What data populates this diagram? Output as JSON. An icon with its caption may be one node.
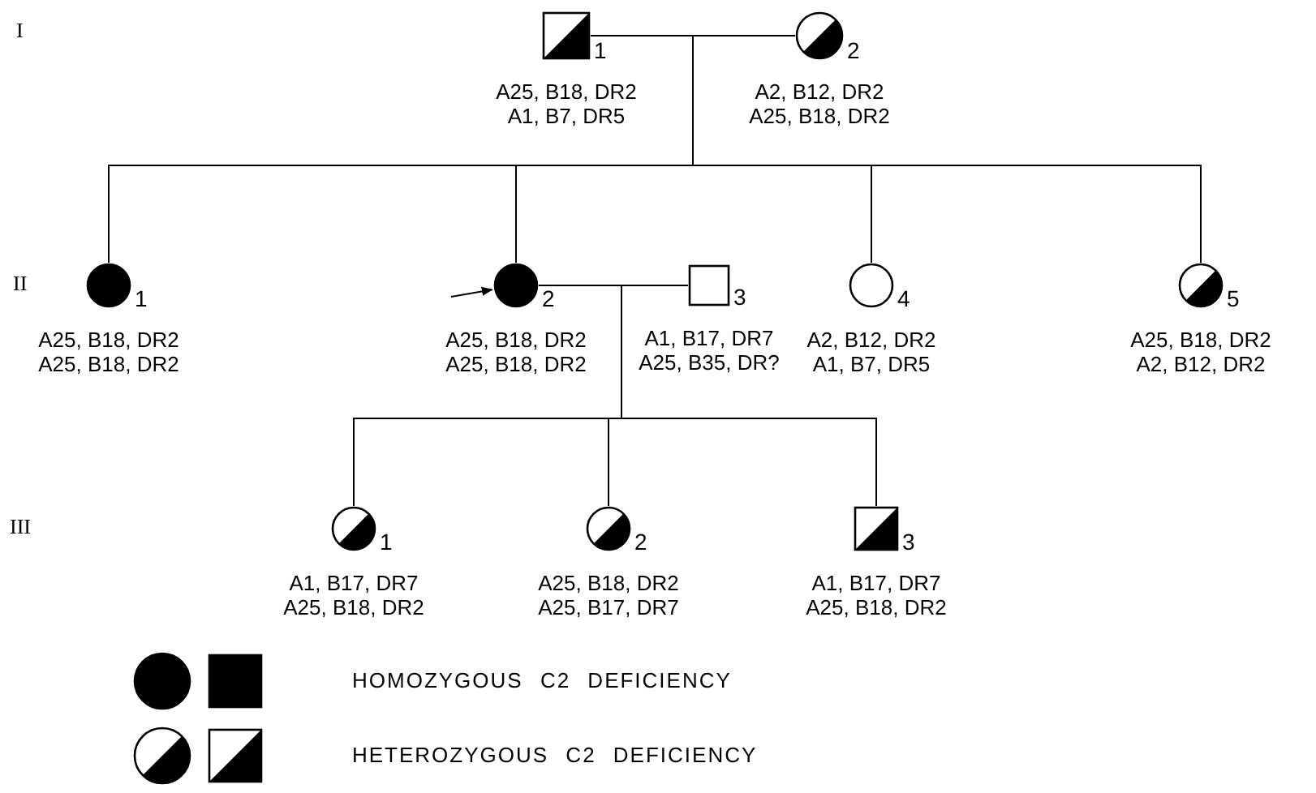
{
  "diagram": {
    "nodes": [
      {
        "text": [],
        "shape": "half-filled-box",
        "beside": [
          "1",
          "A25, B18, DR2",
          "A1, B7, DR5"
        ]
      },
      {
        "text": [],
        "shape": "half-filled-circle",
        "beside": [
          "2",
          "A2, B12, DR2",
          "A25, B18, DR2"
        ]
      },
      {
        "text": [],
        "shape": "filled-circle",
        "beside": [
          "1",
          "A25, B18, DR2",
          "A25, B18, DR2"
        ]
      },
      {
        "text": [],
        "shape": "filled-circle",
        "beside": [
          "2",
          "A25, B18, DR2",
          "A25, B18, DR2"
        ]
      },
      {
        "text": [],
        "shape": "box",
        "beside": [
          "3",
          "A1, B17, DR7",
          "A25, B35, DR?"
        ]
      },
      {
        "text": [],
        "shape": "circle",
        "beside": [
          "4",
          "A2, B12, DR2",
          "A1, B7, DR5"
        ]
      },
      {
        "text": [],
        "shape": "half-filled-circle",
        "beside": [
          "5",
          "A25, B18, DR2",
          "A2, B12, DR2"
        ]
      },
      {
        "text": [],
        "shape": "half-filled-circle",
        "beside": [
          "1",
          "A1, B17, DR7",
          "A25, B18, DR2"
        ]
      },
      {
        "text": [],
        "shape": "half-filled-circle",
        "beside": [
          "2",
          "A25, B18, DR2",
          "A25, B17, DR7"
        ]
      },
      {
        "text": [],
        "shape": "half-filled-box",
        "beside": [
          "3",
          "A1, B17, DR7",
          "A25, B18, DR2"
        ]
      }
    ],
    "edges": [
      {
        "from": 0,
        "to": 1,
        "arrow": "none"
      },
      {
        "from": 0,
        "to": 2,
        "arrow": "none"
      },
      {
        "from": 1,
        "to": 2,
        "arrow": "none"
      },
      {
        "from": 0,
        "to": 3,
        "arrow": "none"
      },
      {
        "from": 1,
        "to": 3,
        "arrow": "none"
      },
      {
        "from": 0,
        "to": 5,
        "arrow": "none"
      },
      {
        "from": 1,
        "to": 5,
        "arrow": "none"
      },
      {
        "from": 0,
        "to": 6,
        "arrow": "none"
      },
      {
        "from": 1,
        "to": 6,
        "arrow": "none"
      },
      {
        "from": 3,
        "to": 4,
        "arrow": "none"
      },
      {
        "from": 3,
        "to": 7,
        "arrow": "none"
      },
      {
        "from": 4,
        "to": 7,
        "arrow": "none"
      },
      {
        "from": 3,
        "to": 8,
        "arrow": "none"
      },
      {
        "from": 4,
        "to": 8,
        "arrow": "none"
      },
      {
        "from": 3,
        "to": 9,
        "arrow": "none"
      },
      {
        "from": 4,
        "to": 9,
        "arrow": "none"
      },
      {
        "from": null,
        "to": 3,
        "arrow": "to"
      }
    ],
    "labels": [
      "I",
      "II",
      "III"
    ],
    "legend": [
      {
        "text": "HOMOZYGOUS C2 DEFICIENCY"
      },
      {
        "text": "HETEROZYGOUS C2 DEFICIENCY"
      }
    ]
  }
}
